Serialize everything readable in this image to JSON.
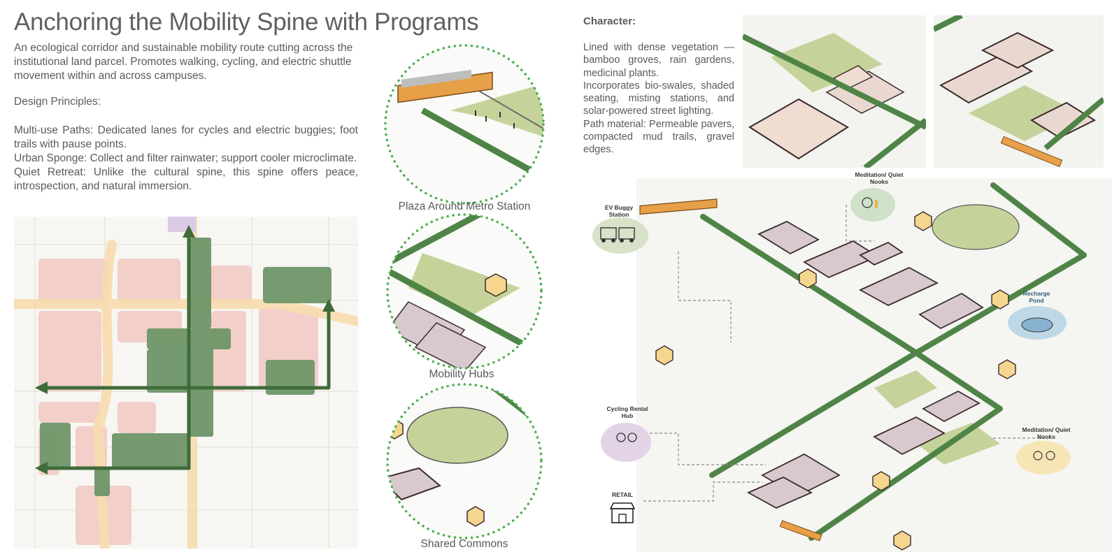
{
  "header": {
    "title": "Anchoring the Mobility Spine with Programs"
  },
  "intro": {
    "text": "An ecological corridor and sustainable mobility route cutting across the institutional land parcel. Promotes walking, cycling, and electric shuttle movement within and across campuses."
  },
  "design_principles": {
    "heading": "Design Principles:",
    "items": [
      "Multi-use Paths: Dedicated lanes for cycles and electric buggies; foot trails with pause points.",
      "Urban Sponge: Collect and filter rainwater; support cooler microclimate.",
      "Quiet Retreat: Unlike the cultural spine, this spine offers peace, introspection, and natural immersion."
    ]
  },
  "character": {
    "heading": "Character:",
    "items": [
      "Lined with dense vegetation — bamboo groves, rain gardens, medicinal plants.",
      "Incorporates bio-swales, shaded seating, misting stations, and solar-powered street lighting.",
      "Path material: Permeable pavers, compacted mud trails, gravel edges."
    ]
  },
  "vignettes": [
    {
      "caption": "Plaza Around Metro Station"
    },
    {
      "caption": "Mobility Hubs"
    },
    {
      "caption": "Shared Commons"
    }
  ],
  "axo_labels": {
    "ev_buggy": "EV Buggy Station",
    "meditation_top": "Meditation/ Quiet Nooks",
    "recharge_pond": "Recharge Pond",
    "cycling_hub": "Cycling Rental Hub",
    "meditation_right": "Meditation/ Quiet Nooks",
    "retail": "RETAIL"
  },
  "colors": {
    "spine_green": "#4a7a44",
    "green_patch": "#6f9669",
    "pink_block": "#f2cfc9",
    "orange": "#e7a048",
    "dots": "#4caf50",
    "building": "#d8c9cf",
    "lawn": "#c5d39a",
    "hex_yellow": "#f5d68e"
  }
}
